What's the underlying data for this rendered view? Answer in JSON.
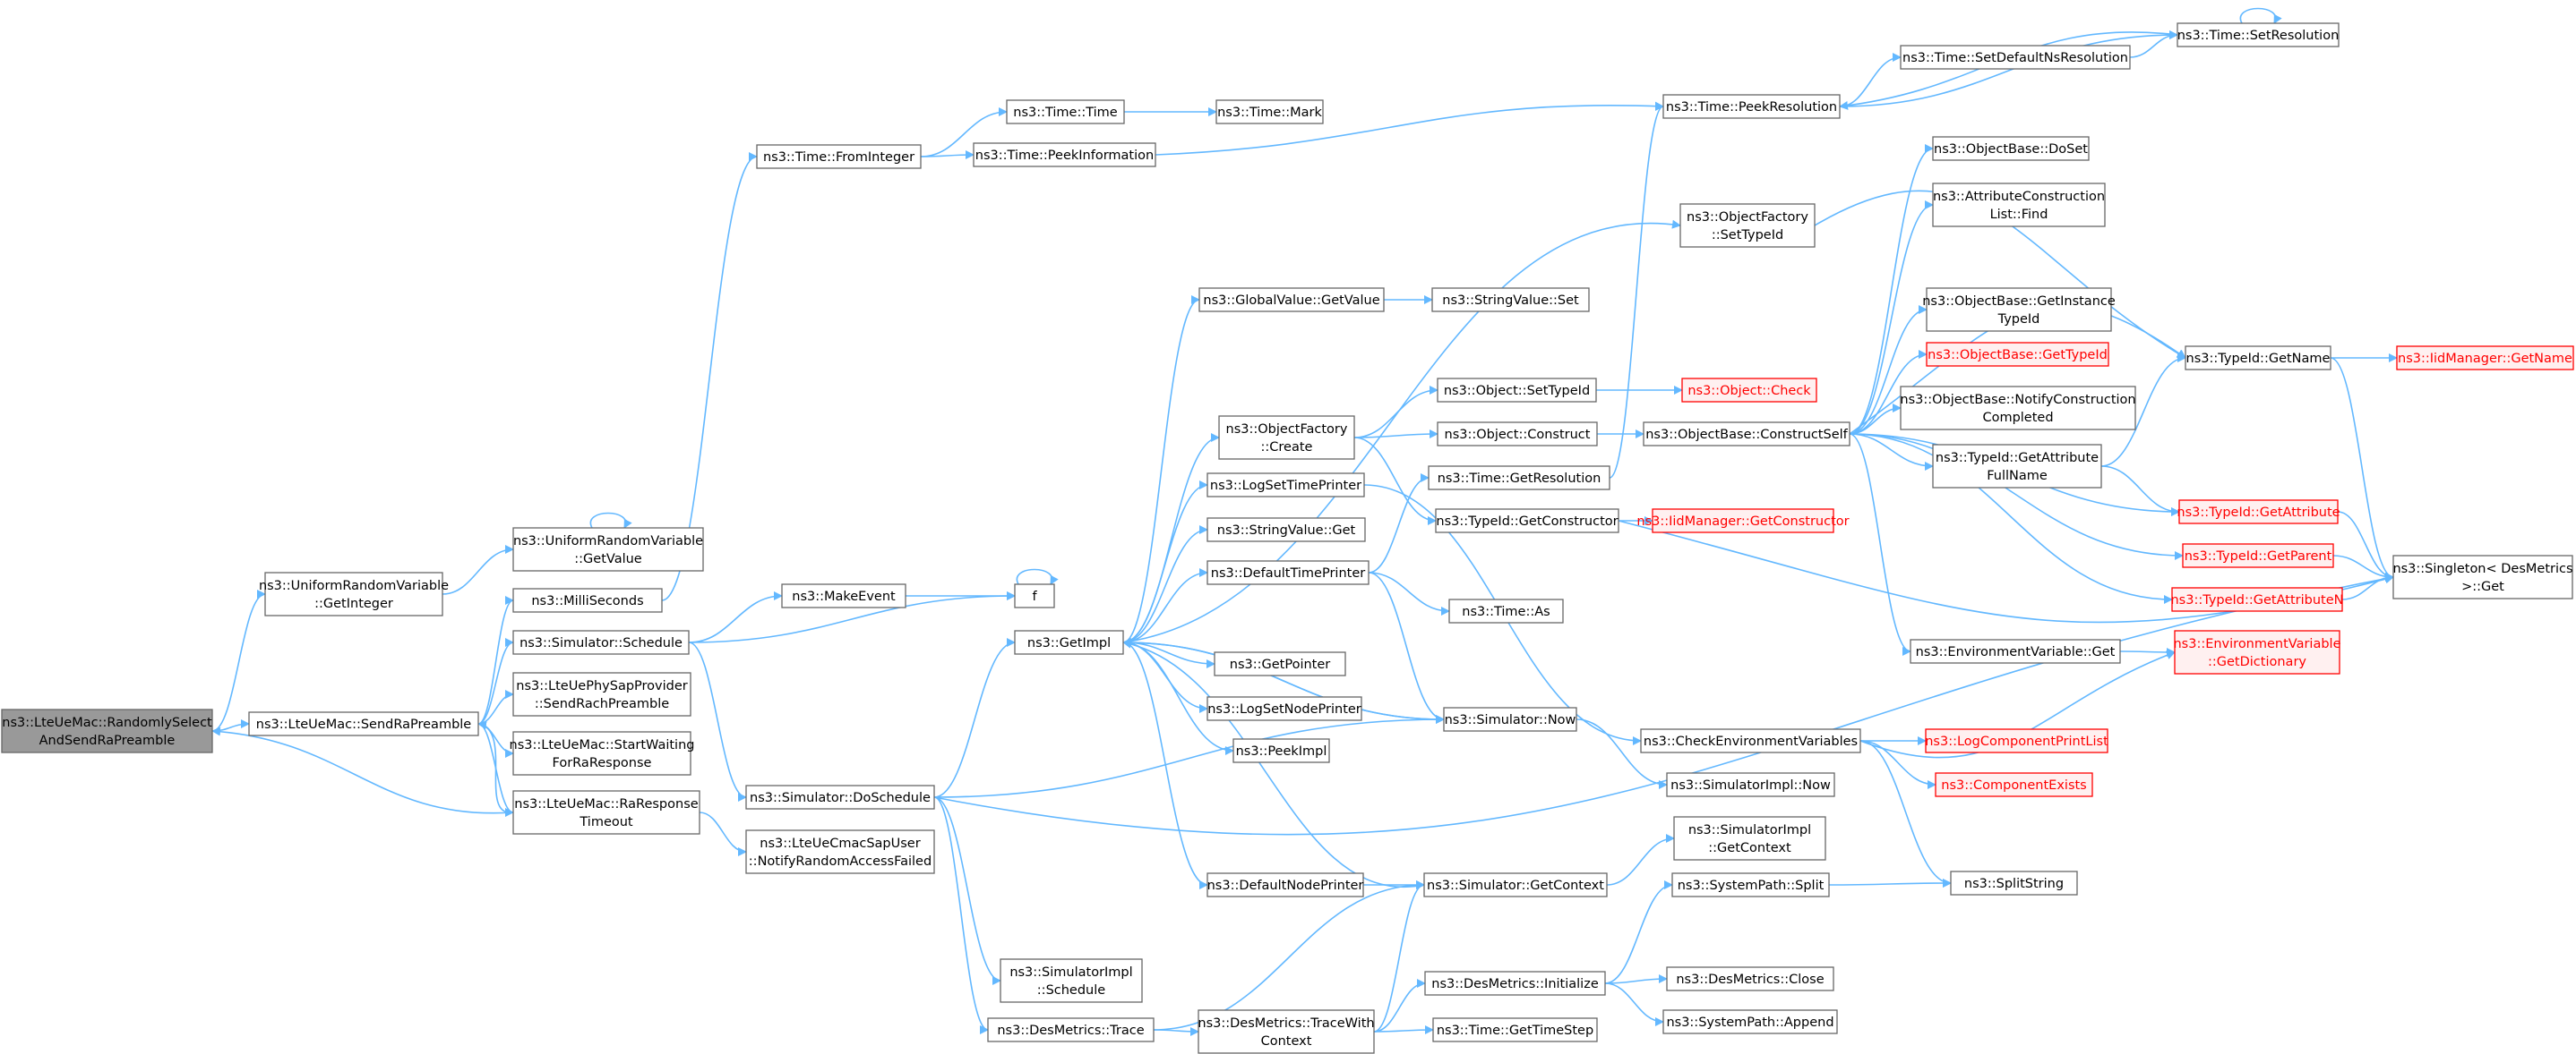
{
  "graph": {
    "edge_color": "#63b8ff",
    "node_border_color": "#666666",
    "root_fill_color": "#999999",
    "truncated_border_color": "#ff0000",
    "nodes": [
      {
        "id": "n0",
        "lines": [
          "ns3::LteUeMac::RandomlySelect",
          "AndSendRaPreamble"
        ],
        "style": "root"
      },
      {
        "id": "n1",
        "lines": [
          "ns3::UniformRandomVariable",
          "::GetInteger"
        ]
      },
      {
        "id": "n2",
        "lines": [
          "ns3::LteUeMac::SendRaPreamble"
        ]
      },
      {
        "id": "n3",
        "lines": [
          "ns3::UniformRandomVariable",
          "::GetValue"
        ]
      },
      {
        "id": "n4",
        "lines": [
          "ns3::MilliSeconds"
        ]
      },
      {
        "id": "n5",
        "lines": [
          "ns3::Simulator::Schedule"
        ]
      },
      {
        "id": "n6",
        "lines": [
          "ns3::LteUePhySapProvider",
          "::SendRachPreamble"
        ]
      },
      {
        "id": "n7",
        "lines": [
          "ns3::LteUeMac::StartWaiting",
          "ForRaResponse"
        ]
      },
      {
        "id": "n8",
        "lines": [
          "ns3::LteUeMac::RaResponse",
          "Timeout"
        ]
      },
      {
        "id": "n9",
        "lines": [
          "ns3::Time::FromInteger"
        ]
      },
      {
        "id": "n10",
        "lines": [
          "ns3::MakeEvent"
        ]
      },
      {
        "id": "n11",
        "lines": [
          "f"
        ]
      },
      {
        "id": "n12",
        "lines": [
          "ns3::Simulator::DoSchedule"
        ]
      },
      {
        "id": "n13",
        "lines": [
          "ns3::LteUeCmacSapUser",
          "::NotifyRandomAccessFailed"
        ]
      },
      {
        "id": "n14",
        "lines": [
          "ns3::Time::Time"
        ]
      },
      {
        "id": "n15",
        "lines": [
          "ns3::Time::PeekInformation"
        ]
      },
      {
        "id": "n16",
        "lines": [
          "ns3::Time::Mark"
        ]
      },
      {
        "id": "n17",
        "lines": [
          "ns3::GetImpl"
        ]
      },
      {
        "id": "n18",
        "lines": [
          "ns3::SimulatorImpl",
          "::Schedule"
        ]
      },
      {
        "id": "n19",
        "lines": [
          "ns3::DesMetrics::Trace"
        ]
      },
      {
        "id": "n20",
        "lines": [
          "ns3::GlobalValue::GetValue"
        ]
      },
      {
        "id": "n21",
        "lines": [
          "ns3::ObjectFactory",
          "::Create"
        ]
      },
      {
        "id": "n22",
        "lines": [
          "ns3::LogSetTimePrinter"
        ]
      },
      {
        "id": "n23",
        "lines": [
          "ns3::StringValue::Get"
        ]
      },
      {
        "id": "n24",
        "lines": [
          "ns3::DefaultTimePrinter"
        ]
      },
      {
        "id": "n25",
        "lines": [
          "ns3::GetPointer"
        ]
      },
      {
        "id": "n26",
        "lines": [
          "ns3::LogSetNodePrinter"
        ]
      },
      {
        "id": "n27",
        "lines": [
          "ns3::PeekImpl"
        ]
      },
      {
        "id": "n28",
        "lines": [
          "ns3::DefaultNodePrinter"
        ]
      },
      {
        "id": "n29",
        "lines": [
          "ns3::DesMetrics::TraceWith",
          "Context"
        ]
      },
      {
        "id": "n30",
        "lines": [
          "ns3::StringValue::Set"
        ]
      },
      {
        "id": "n31",
        "lines": [
          "ns3::Object::SetTypeId"
        ]
      },
      {
        "id": "n32",
        "lines": [
          "ns3::Object::Construct"
        ]
      },
      {
        "id": "n33",
        "lines": [
          "ns3::Time::GetResolution"
        ]
      },
      {
        "id": "n34",
        "lines": [
          "ns3::TypeId::GetConstructor"
        ]
      },
      {
        "id": "n35",
        "lines": [
          "ns3::Time::As"
        ]
      },
      {
        "id": "n36",
        "lines": [
          "ns3::Simulator::Now"
        ]
      },
      {
        "id": "n37",
        "lines": [
          "ns3::Simulator::GetContext"
        ]
      },
      {
        "id": "n38",
        "lines": [
          "ns3::DesMetrics::Initialize"
        ]
      },
      {
        "id": "n39",
        "lines": [
          "ns3::Time::GetTimeStep"
        ]
      },
      {
        "id": "n40",
        "lines": [
          "ns3::Time::PeekResolution"
        ]
      },
      {
        "id": "n41",
        "lines": [
          "ns3::ObjectFactory",
          "::SetTypeId"
        ]
      },
      {
        "id": "n42",
        "lines": [
          "ns3::Object::Check"
        ],
        "style": "red"
      },
      {
        "id": "n43",
        "lines": [
          "ns3::ObjectBase::ConstructSelf"
        ]
      },
      {
        "id": "n44",
        "lines": [
          "ns3::IidManager::GetConstructor"
        ],
        "style": "red"
      },
      {
        "id": "n45",
        "lines": [
          "ns3::CheckEnvironmentVariables"
        ]
      },
      {
        "id": "n46",
        "lines": [
          "ns3::SimulatorImpl::Now"
        ]
      },
      {
        "id": "n47",
        "lines": [
          "ns3::SimulatorImpl",
          "::GetContext"
        ]
      },
      {
        "id": "n48",
        "lines": [
          "ns3::SystemPath::Split"
        ]
      },
      {
        "id": "n49",
        "lines": [
          "ns3::DesMetrics::Close"
        ]
      },
      {
        "id": "n50",
        "lines": [
          "ns3::SystemPath::Append"
        ]
      },
      {
        "id": "n51",
        "lines": [
          "ns3::Time::SetDefaultNsResolution"
        ]
      },
      {
        "id": "n52",
        "lines": [
          "ns3::Time::SetResolution"
        ]
      },
      {
        "id": "n53",
        "lines": [
          "ns3::ObjectBase::DoSet"
        ]
      },
      {
        "id": "n54",
        "lines": [
          "ns3::AttributeConstruction",
          "List::Find"
        ]
      },
      {
        "id": "n55",
        "lines": [
          "ns3::ObjectBase::GetInstance",
          "TypeId"
        ]
      },
      {
        "id": "n56",
        "lines": [
          "ns3::ObjectBase::GetTypeId"
        ],
        "style": "red"
      },
      {
        "id": "n57",
        "lines": [
          "ns3::ObjectBase::NotifyConstruction",
          "Completed"
        ]
      },
      {
        "id": "n58",
        "lines": [
          "ns3::TypeId::GetAttribute",
          "FullName"
        ]
      },
      {
        "id": "n59",
        "lines": [
          "ns3::EnvironmentVariable::Get"
        ]
      },
      {
        "id": "n60",
        "lines": [
          "ns3::LogComponentPrintList"
        ],
        "style": "red"
      },
      {
        "id": "n61",
        "lines": [
          "ns3::ComponentExists"
        ],
        "style": "red"
      },
      {
        "id": "n62",
        "lines": [
          "ns3::SplitString"
        ]
      },
      {
        "id": "n63",
        "lines": [
          "ns3::TypeId::GetName"
        ]
      },
      {
        "id": "n64",
        "lines": [
          "ns3::TypeId::GetAttribute"
        ],
        "style": "red"
      },
      {
        "id": "n65",
        "lines": [
          "ns3::TypeId::GetParent"
        ],
        "style": "red"
      },
      {
        "id": "n66",
        "lines": [
          "ns3::TypeId::GetAttributeN"
        ],
        "style": "red"
      },
      {
        "id": "n67",
        "lines": [
          "ns3::EnvironmentVariable",
          "::GetDictionary"
        ],
        "style": "red"
      },
      {
        "id": "n68",
        "lines": [
          "ns3::IidManager::GetName"
        ],
        "style": "red"
      },
      {
        "id": "n69",
        "lines": [
          "ns3::Singleton< DesMetrics",
          ">::Get"
        ]
      }
    ],
    "edges": [
      [
        "n0",
        "n1"
      ],
      [
        "n0",
        "n2"
      ],
      [
        "n1",
        "n3"
      ],
      [
        "n3",
        "n3"
      ],
      [
        "n2",
        "n4"
      ],
      [
        "n2",
        "n5"
      ],
      [
        "n2",
        "n6"
      ],
      [
        "n2",
        "n7"
      ],
      [
        "n2",
        "n8"
      ],
      [
        "n8",
        "n0"
      ],
      [
        "n8",
        "n2"
      ],
      [
        "n8",
        "n13"
      ],
      [
        "n4",
        "n9"
      ],
      [
        "n9",
        "n14"
      ],
      [
        "n9",
        "n15"
      ],
      [
        "n14",
        "n16"
      ],
      [
        "n15",
        "n40"
      ],
      [
        "n5",
        "n10"
      ],
      [
        "n5",
        "n11"
      ],
      [
        "n5",
        "n12"
      ],
      [
        "n10",
        "n11"
      ],
      [
        "n11",
        "n11"
      ],
      [
        "n12",
        "n17"
      ],
      [
        "n12",
        "n18"
      ],
      [
        "n12",
        "n19"
      ],
      [
        "n12",
        "n36"
      ],
      [
        "n12",
        "n69"
      ],
      [
        "n17",
        "n20"
      ],
      [
        "n17",
        "n21"
      ],
      [
        "n17",
        "n22"
      ],
      [
        "n17",
        "n23"
      ],
      [
        "n17",
        "n24"
      ],
      [
        "n17",
        "n25"
      ],
      [
        "n17",
        "n26"
      ],
      [
        "n17",
        "n27"
      ],
      [
        "n17",
        "n28"
      ],
      [
        "n17",
        "n41"
      ],
      [
        "n17",
        "n36"
      ],
      [
        "n20",
        "n30"
      ],
      [
        "n21",
        "n31"
      ],
      [
        "n21",
        "n32"
      ],
      [
        "n21",
        "n34"
      ],
      [
        "n22",
        "n45"
      ],
      [
        "n24",
        "n33"
      ],
      [
        "n24",
        "n35"
      ],
      [
        "n24",
        "n36"
      ],
      [
        "n28",
        "n37"
      ],
      [
        "n37",
        "n17"
      ],
      [
        "n37",
        "n47"
      ],
      [
        "n19",
        "n37"
      ],
      [
        "n19",
        "n29"
      ],
      [
        "n29",
        "n37"
      ],
      [
        "n29",
        "n38"
      ],
      [
        "n29",
        "n39"
      ],
      [
        "n36",
        "n17"
      ],
      [
        "n36",
        "n46"
      ],
      [
        "n31",
        "n42"
      ],
      [
        "n32",
        "n43"
      ],
      [
        "n33",
        "n40"
      ],
      [
        "n34",
        "n44"
      ],
      [
        "n34",
        "n69"
      ],
      [
        "n40",
        "n51"
      ],
      [
        "n40",
        "n52"
      ],
      [
        "n51",
        "n52"
      ],
      [
        "n52",
        "n40"
      ],
      [
        "n52",
        "n52"
      ],
      [
        "n41",
        "n63"
      ],
      [
        "n43",
        "n53"
      ],
      [
        "n43",
        "n54"
      ],
      [
        "n43",
        "n55"
      ],
      [
        "n43",
        "n56"
      ],
      [
        "n43",
        "n57"
      ],
      [
        "n43",
        "n58"
      ],
      [
        "n43",
        "n59"
      ],
      [
        "n43",
        "n63"
      ],
      [
        "n43",
        "n64"
      ],
      [
        "n43",
        "n65"
      ],
      [
        "n43",
        "n66"
      ],
      [
        "n45",
        "n60"
      ],
      [
        "n45",
        "n61"
      ],
      [
        "n45",
        "n62"
      ],
      [
        "n45",
        "n67"
      ],
      [
        "n38",
        "n48"
      ],
      [
        "n38",
        "n49"
      ],
      [
        "n38",
        "n50"
      ],
      [
        "n48",
        "n62"
      ],
      [
        "n58",
        "n63"
      ],
      [
        "n58",
        "n64"
      ],
      [
        "n59",
        "n67"
      ],
      [
        "n63",
        "n68"
      ],
      [
        "n63",
        "n69"
      ],
      [
        "n64",
        "n69"
      ],
      [
        "n65",
        "n69"
      ],
      [
        "n66",
        "n69"
      ]
    ]
  }
}
